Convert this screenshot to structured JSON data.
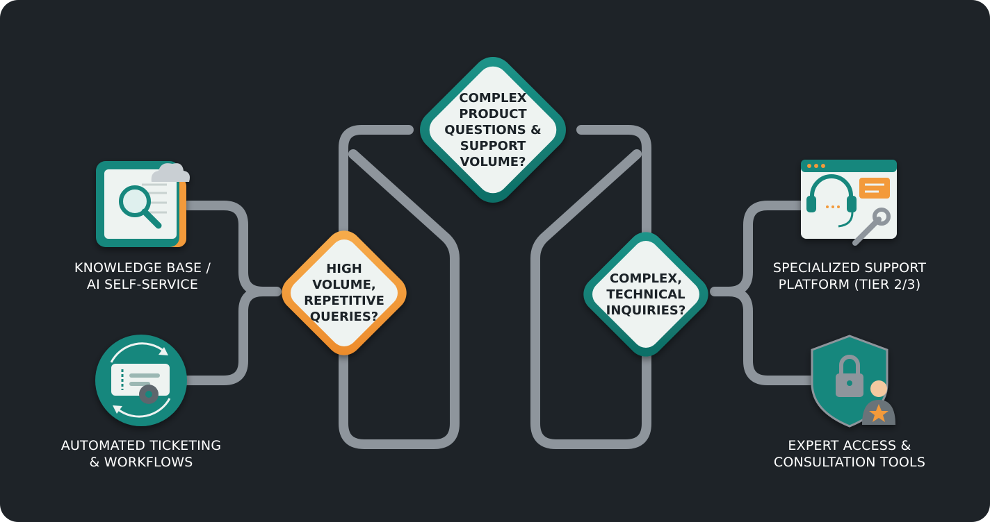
{
  "colors": {
    "background": "#1e2328",
    "connector": "#8e959c",
    "teal": "#17877d",
    "orange": "#f39a3a",
    "diamond_fill": "#eef3f1",
    "text_light": "#ffffff",
    "text_dark": "#1b2227"
  },
  "decisions": {
    "top": {
      "lines": [
        "COMPLEX",
        "PRODUCT",
        "QUESTIONS &",
        "SUPPORT",
        "VOLUME?"
      ],
      "accent": "teal"
    },
    "left": {
      "lines": [
        "HIGH",
        "VOLUME,",
        "REPETITIVE",
        "QUERIES?"
      ],
      "accent": "orange"
    },
    "right": {
      "lines": [
        "COMPLEX,",
        "TECHNICAL",
        "INQUIRIES?"
      ],
      "accent": "teal"
    }
  },
  "outcomes": {
    "knowledge_base": {
      "lines": [
        "KNOWLEDGE BASE /",
        "AI SELF-SERVICE"
      ],
      "icon": "knowledge-base-search-icon"
    },
    "automated_ticketing": {
      "lines": [
        "AUTOMATED TICKETING",
        "& WORKFLOWS"
      ],
      "icon": "ticket-gear-icon"
    },
    "specialized_support": {
      "lines": [
        "SPECIALIZED SUPPORT",
        "PLATFORM (TIER 2/3)"
      ],
      "icon": "headset-chat-wrench-icon"
    },
    "expert_access": {
      "lines": [
        "EXPERT ACCESS &",
        "CONSULTATION TOOLS"
      ],
      "icon": "shield-lock-expert-icon"
    }
  }
}
